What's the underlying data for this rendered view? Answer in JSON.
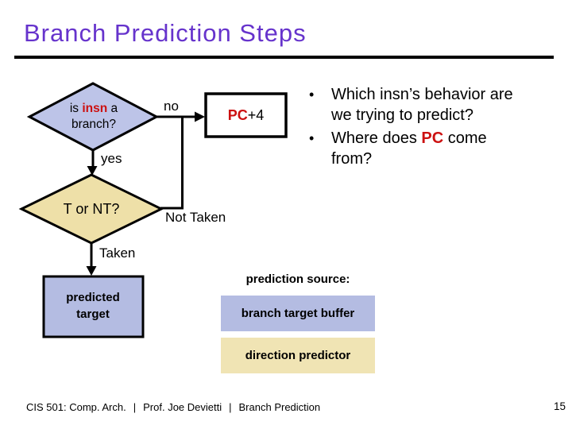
{
  "slide": {
    "title": "Branch Prediction Steps",
    "page_number": "15"
  },
  "colors": {
    "title_purple": "#6633cc",
    "accent_red": "#cc1111",
    "lavender_diamond": "#bdc4e8",
    "lavender_box": "#b4bce2",
    "tan_diamond": "#eee0a8",
    "tan_box": "#f0e4b4",
    "line_black": "#000000"
  },
  "flowchart": {
    "decision_branch": {
      "pre": "is ",
      "keyword": "insn",
      "post": " a branch?"
    },
    "label_no": "no",
    "label_yes": "yes",
    "pc_box": {
      "keyword": "PC",
      "suffix": "+4"
    },
    "decision_direction": "T or NT?",
    "label_not_taken": "Not Taken",
    "label_taken": "Taken",
    "predicted_target": {
      "line1": "predicted",
      "line2": "target"
    }
  },
  "legend": {
    "heading": "prediction source:",
    "branch_target_buffer": "branch target buffer",
    "direction_predictor": "direction predictor"
  },
  "bullets": {
    "marker": "•",
    "item1": {
      "line1": "Which insn’s behavior are",
      "line2": "we trying to predict?"
    },
    "item2": {
      "line1_pre": "Where does ",
      "line1_keyword": "PC",
      "line1_post": " come",
      "line2": "from?"
    }
  },
  "footer": {
    "course": "CIS 501: Comp. Arch.",
    "separator": "|",
    "author": "Prof. Joe Devietti",
    "topic": "Branch Prediction"
  }
}
